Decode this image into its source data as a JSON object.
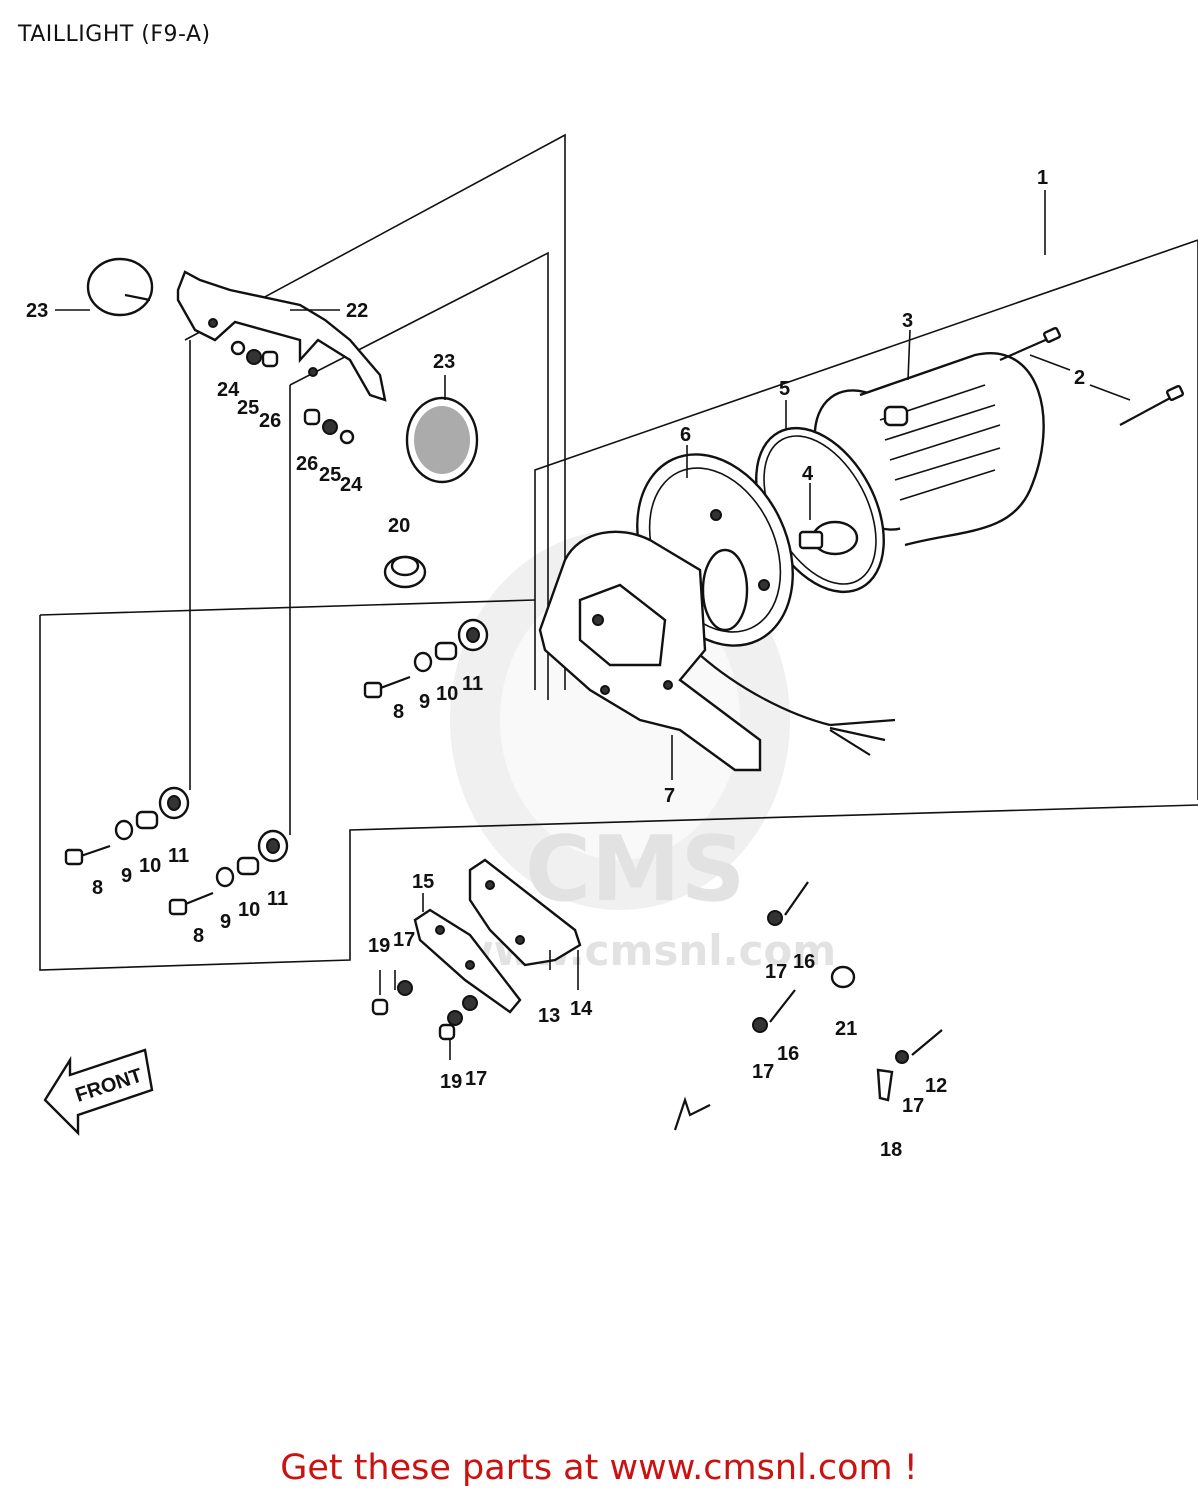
{
  "page": {
    "title": "TAILLIGHT (F9-A)",
    "footer": "Get these parts at www.cmsnl.com !"
  },
  "watermark": {
    "logo_text": "CMS",
    "url_text": "www.cmsnl.com"
  },
  "diagram": {
    "front_arrow_text": "FRONT",
    "callouts": [
      "1",
      "2",
      "3",
      "4",
      "5",
      "6",
      "7",
      "8",
      "9",
      "10",
      "11",
      "12",
      "13",
      "14",
      "15",
      "16",
      "17",
      "18",
      "19",
      "20",
      "21",
      "22",
      "23",
      "24",
      "25",
      "26"
    ]
  }
}
